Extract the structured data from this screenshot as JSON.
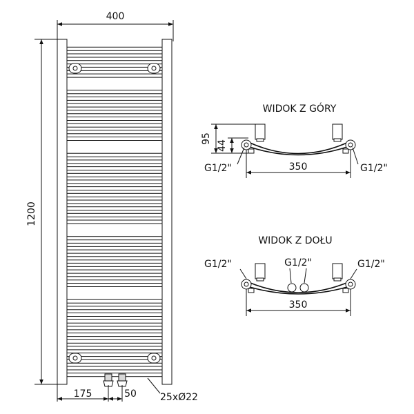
{
  "front_view": {
    "width_label": "400",
    "height_label": "1200",
    "left_offset_label": "175",
    "valve_spacing_label": "50",
    "tube_label": "25xØ22",
    "bar_groups": [
      5,
      8,
      11,
      8,
      12
    ]
  },
  "top_view": {
    "title": "WIDOK Z GÓRY",
    "depth_label": "95",
    "inner_depth_label": "44",
    "spacing_label": "350",
    "left_connection_label": "G1/2\"",
    "right_connection_label": "G1/2\""
  },
  "bottom_view": {
    "title": "WIDOK Z DOŁU",
    "spacing_label": "350",
    "left_connection_label": "G1/2\"",
    "center_connection_label": "G1/2\"",
    "right_connection_label": "G1/2\""
  }
}
